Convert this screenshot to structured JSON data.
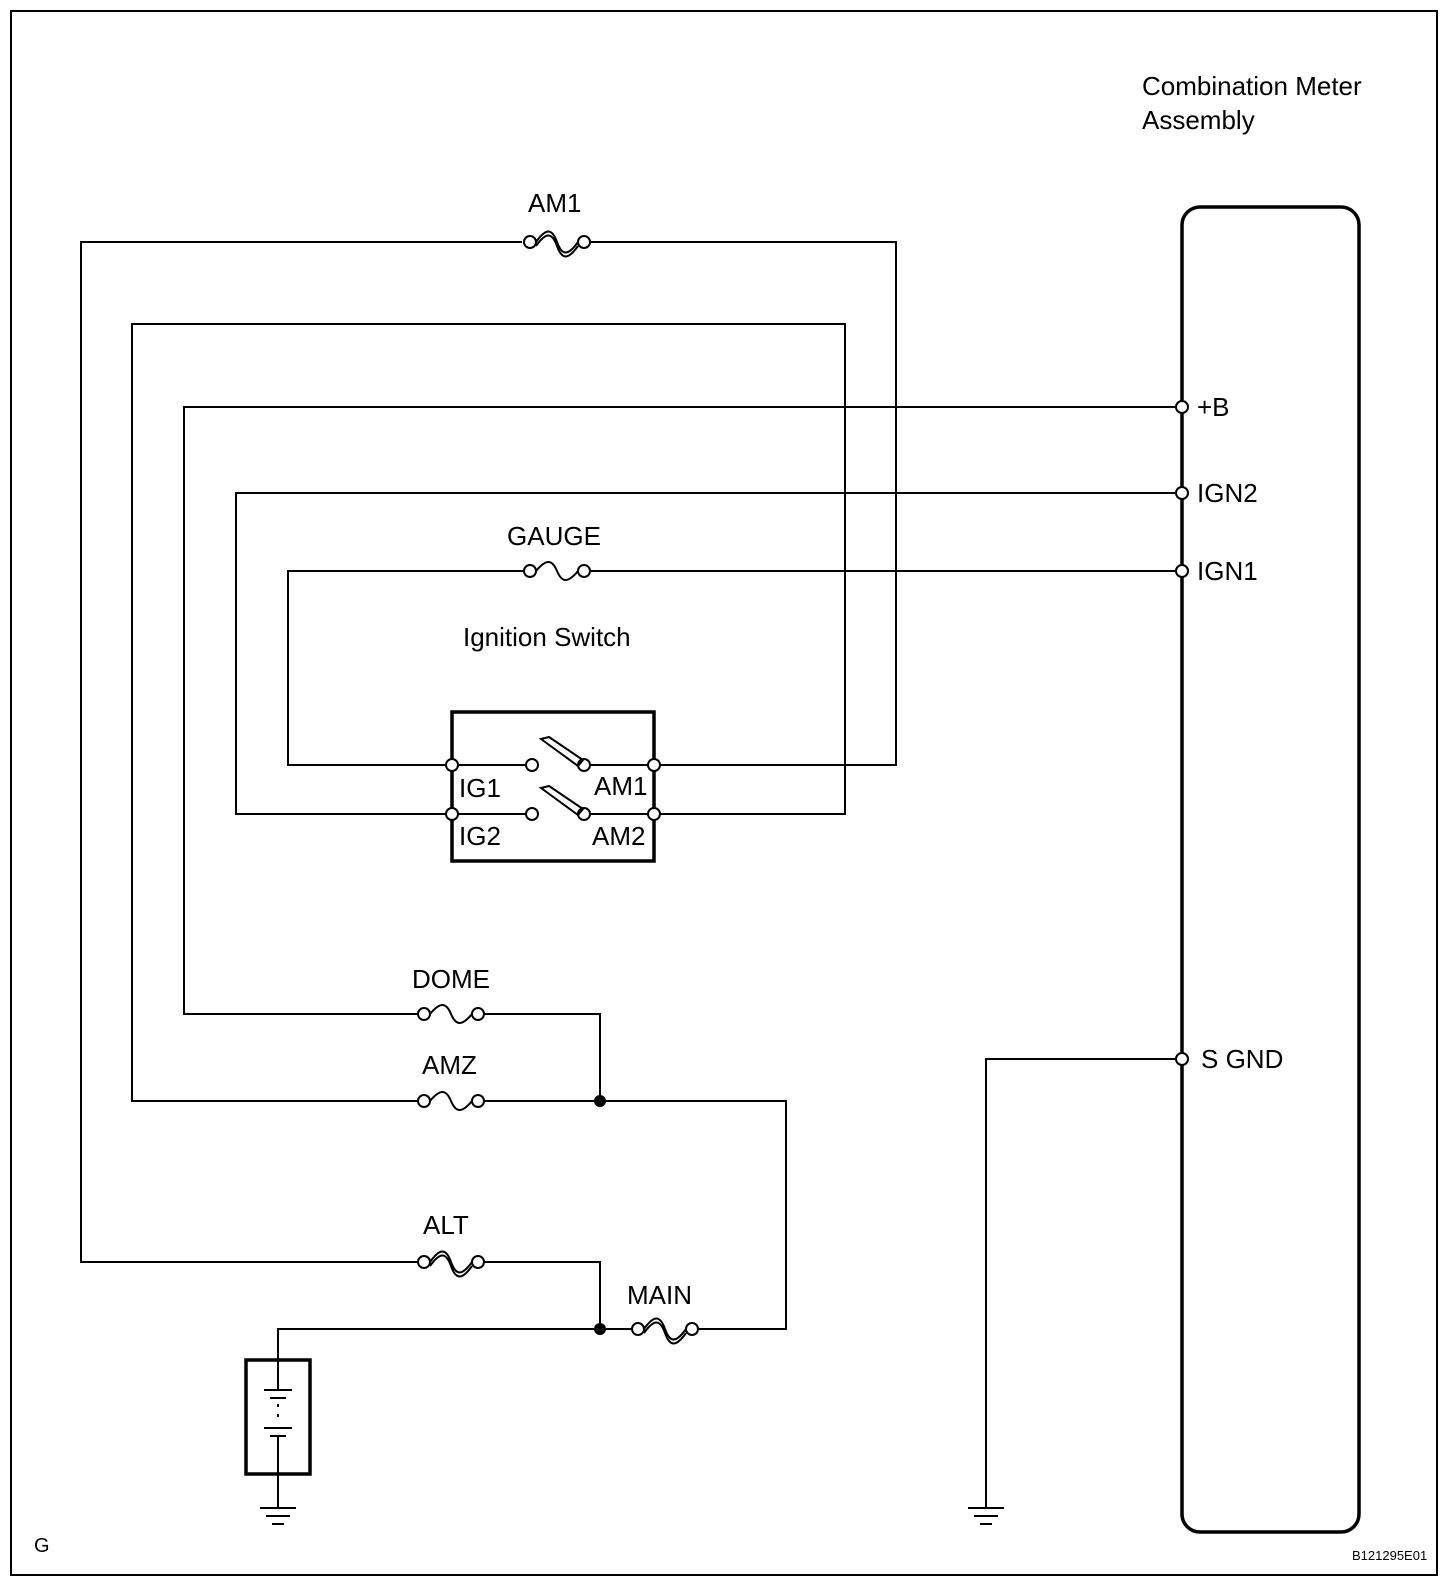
{
  "meter": {
    "title_line1": "Combination Meter",
    "title_line2": "Assembly",
    "pins": {
      "b": "+B",
      "ign2": "IGN2",
      "ign1": "IGN1",
      "sgnd": "S GND"
    }
  },
  "fuses": {
    "am1": "AM1",
    "gauge": "GAUGE",
    "dome": "DOME",
    "amz": "AMZ",
    "alt": "ALT",
    "main": "MAIN"
  },
  "ignition_switch": {
    "title": "Ignition Switch",
    "terminals": {
      "ig1": "IG1",
      "am1": "AM1",
      "ig2": "IG2",
      "am2": "AM2"
    }
  },
  "footer": {
    "corner_letter": "G",
    "figure_id": "B121295E01"
  }
}
